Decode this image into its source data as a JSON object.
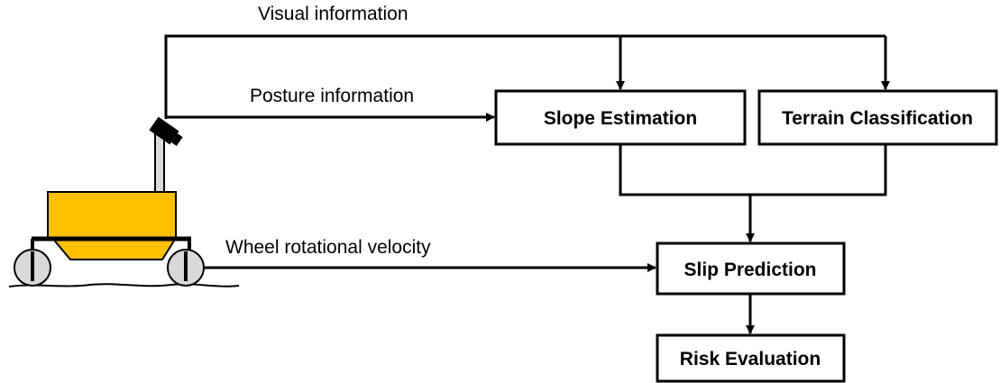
{
  "labels": {
    "visual": "Visual information",
    "posture": "Posture information",
    "wheel": "Wheel rotational velocity"
  },
  "boxes": {
    "slope": "Slope Estimation",
    "terrain": "Terrain Classification",
    "slip": "Slip Prediction",
    "risk": "Risk Evaluation"
  },
  "colors": {
    "rover_body": "#FFC000",
    "wheel_fill": "#D9D9D9",
    "mast_fill": "#D9D9D9",
    "line": "#000000"
  }
}
